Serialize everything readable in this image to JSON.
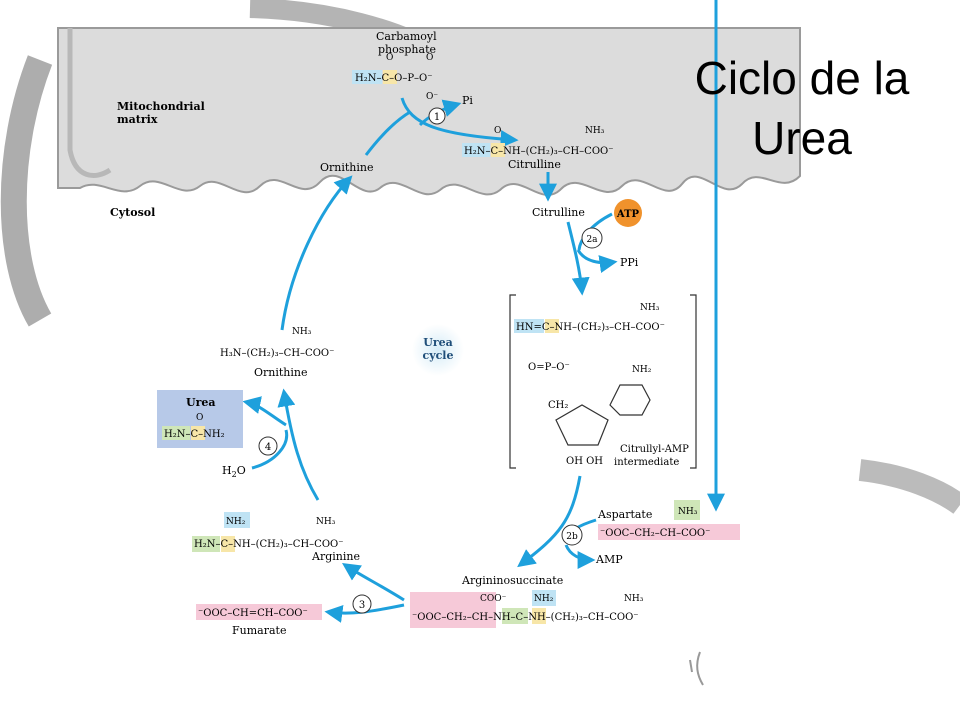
{
  "title": {
    "line1": "Ciclo de la",
    "line2": "Urea"
  },
  "labels": {
    "mitochondrial_matrix": "Mitochondrial matrix",
    "cytosol": "Cytosol",
    "urea_cycle": "Urea cycle",
    "carbamoyl_phosphate": "Carbamoyl phosphate",
    "pi": "Pi",
    "ornithine": "Ornithine",
    "citrulline": "Citrulline",
    "atp": "ATP",
    "ppi": "PPi",
    "citrullyl_amp": "Citrullyl-AMP intermediate",
    "aspartate": "Aspartate",
    "amp": "AMP",
    "argininosuccinate": "Argininosuccinate",
    "fumarate": "Fumarate",
    "arginine": "Arginine",
    "urea": "Urea",
    "h2o": "H2O"
  },
  "steps": [
    "1",
    "2a",
    "2b",
    "3",
    "4"
  ],
  "colors": {
    "arrow": "#1ea0dc",
    "mito": "#dcdcdc",
    "mito_edge": "#9a9a9a",
    "blue_hl": "#bfe3f4",
    "yellow_hl": "#f7e6a8",
    "green_hl": "#cfe6b8",
    "pink_hl": "#f6c9d8",
    "urea_box": "#b7c9e8",
    "atp": "#f0922c"
  }
}
